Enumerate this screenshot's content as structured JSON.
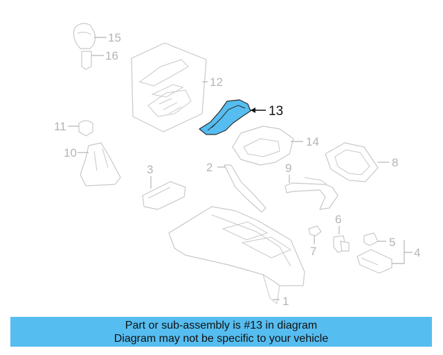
{
  "diagram": {
    "callouts": {
      "c1": "1",
      "c2": "2",
      "c3": "3",
      "c4": "4",
      "c5": "5",
      "c6": "6",
      "c7": "7",
      "c8": "8",
      "c9": "9",
      "c10": "10",
      "c11": "11",
      "c12": "12",
      "c13": "13",
      "c14": "14",
      "c15": "15",
      "c16": "16"
    },
    "highlighted_part": "13",
    "highlight_color": "#56bdf0",
    "line_color": "#c8c8c8"
  },
  "banner": {
    "line1": "Part or sub-assembly is #13 in diagram",
    "line2": "Diagram may not be specific to your vehicle",
    "background": "#56bdf0"
  }
}
